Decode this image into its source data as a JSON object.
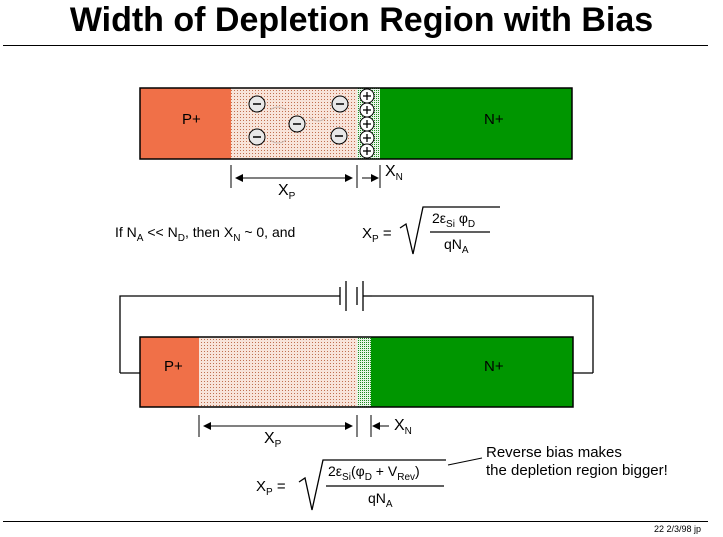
{
  "title": "Width of Depletion Region with Bias",
  "top_device": {
    "p_label": "P+",
    "n_label": "N+",
    "colors": {
      "p": "#f07048",
      "n": "#009600",
      "depletion_p": "#f6ddd2",
      "depletion_n": "#d0ecd0"
    },
    "negative_charge": "−",
    "positive_charge": "+",
    "xp_label": "X",
    "xp_sub": "P",
    "xn_label": "X",
    "xn_sub": "N"
  },
  "condition": {
    "text_if": "If N",
    "sub_a": "A",
    "text_ll": " << N",
    "sub_d": "D",
    "text_then": ", then X",
    "sub_n": "N",
    "text_rest": " ~ 0, and",
    "xp": "X",
    "xp_sub": "P",
    "eq": " =",
    "num_pre": "2ε",
    "num_si": "Si",
    "num_phi": "φ",
    "num_d": "D",
    "den": "qN",
    "den_sub": "A"
  },
  "bottom_device": {
    "p_label": "P+",
    "n_label": "N+",
    "xp_label": "X",
    "xp_sub": "P",
    "xn_label": "X",
    "xn_sub": "N"
  },
  "bias_formula": {
    "xp": "X",
    "xp_sub": "P",
    "eq": " =",
    "num_pre": "2ε",
    "num_si": "Si",
    "num_open": "(",
    "num_phi": "φ",
    "num_d": "D",
    "num_plus": " + V",
    "num_rev": "Rev",
    "num_close": ")",
    "den": "qN",
    "den_sub": "A"
  },
  "note": {
    "line1": "Reverse bias makes",
    "line2": "the depletion region bigger!"
  },
  "footer": "22  2/3/98  jp"
}
